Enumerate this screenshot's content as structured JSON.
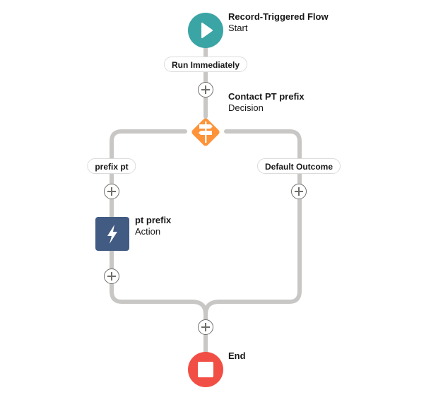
{
  "start": {
    "title": "Record-Triggered Flow",
    "subtitle": "Start",
    "color": "#3ba4a4",
    "icon": "play-icon"
  },
  "path_label": "Run Immediately",
  "decision": {
    "title": "Contact PT prefix",
    "subtitle": "Decision",
    "color": "#fe9339",
    "icon": "signpost-icon"
  },
  "outcomes": {
    "left": "prefix pt",
    "right": "Default Outcome"
  },
  "action": {
    "title": "pt prefix",
    "subtitle": "Action",
    "color": "#425b82",
    "icon": "lightning-icon"
  },
  "end": {
    "title": "End",
    "color": "#f14f45",
    "icon": "stop-square-icon"
  },
  "connector_color": "#c9c7c5"
}
